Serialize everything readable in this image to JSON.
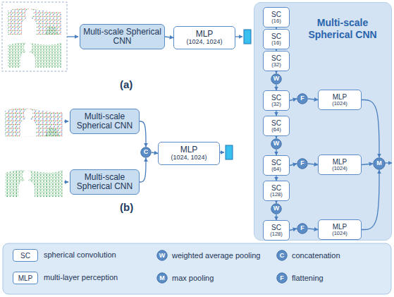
{
  "diagram": {
    "nodes": [
      {
        "text": [
          "Multi-scale Spherical CNN"
        ]
      },
      {
        "text": [
          "MLP",
          "(1024, 1024)"
        ]
      },
      {
        "text": [
          "Multi-scale Spherical CNN"
        ]
      },
      {
        "text": [
          "Multi-scale Spherical CNN"
        ]
      },
      {
        "text": [
          "C"
        ]
      },
      {
        "text": [
          "MLP",
          "(1024, 1024)"
        ]
      },
      {
        "text": [
          "Multi-scale Spherical CNN"
        ]
      },
      {
        "text": [
          "SC",
          "(16)"
        ],
        "in": 6
      },
      {
        "text": [
          "SC",
          "(16)"
        ],
        "in": 6
      },
      {
        "text": [
          "SC",
          "(32)"
        ],
        "in": 6
      },
      {
        "text": [
          "W"
        ],
        "in": 6
      },
      {
        "text": [
          "SC",
          "(32)"
        ],
        "in": 6
      },
      {
        "text": [
          "SC",
          "(64)"
        ],
        "in": 6
      },
      {
        "text": [
          "W"
        ],
        "in": 6
      },
      {
        "text": [
          "SC",
          "(64)"
        ],
        "in": 6
      },
      {
        "text": [
          "SC",
          "(128)"
        ],
        "in": 6
      },
      {
        "text": [
          "W"
        ],
        "in": 6
      },
      {
        "text": [
          "SC",
          "(128)"
        ],
        "in": 6
      },
      {
        "text": [
          "F"
        ],
        "in": 6
      },
      {
        "text": [
          "MLP",
          "(1024)"
        ],
        "in": 6
      },
      {
        "text": [
          "F"
        ],
        "in": 6
      },
      {
        "text": [
          "MLP",
          "(1024)"
        ],
        "in": 6
      },
      {
        "text": [
          "F"
        ],
        "in": 6
      },
      {
        "text": [
          "MLP",
          "(1024)"
        ],
        "in": 6
      },
      {
        "text": [
          "M"
        ],
        "in": 6
      }
    ],
    "edges": [
      {
        "from": 0,
        "to": 1,
        "arrow": "to"
      },
      {
        "from": 2,
        "to": 4,
        "arrow": "to"
      },
      {
        "from": 3,
        "to": 4,
        "arrow": "to"
      },
      {
        "from": 4,
        "to": 5,
        "arrow": "to"
      },
      {
        "from": 7,
        "to": 8,
        "arrow": "to"
      },
      {
        "from": 8,
        "to": 9,
        "arrow": "to"
      },
      {
        "from": 9,
        "to": 10,
        "arrow": "to"
      },
      {
        "from": 10,
        "to": 11,
        "arrow": "to"
      },
      {
        "from": 11,
        "to": 12,
        "arrow": "to"
      },
      {
        "from": 12,
        "to": 13,
        "arrow": "to"
      },
      {
        "from": 13,
        "to": 14,
        "arrow": "to"
      },
      {
        "from": 14,
        "to": 15,
        "arrow": "to"
      },
      {
        "from": 15,
        "to": 16,
        "arrow": "to"
      },
      {
        "from": 16,
        "to": 17,
        "arrow": "to"
      },
      {
        "from": 11,
        "to": 18,
        "arrow": "to"
      },
      {
        "from": 18,
        "to": 19,
        "arrow": "to"
      },
      {
        "from": 19,
        "to": 24,
        "arrow": "to"
      },
      {
        "from": 14,
        "to": 20,
        "arrow": "to"
      },
      {
        "from": 20,
        "to": 21,
        "arrow": "to"
      },
      {
        "from": 21,
        "to": 24,
        "arrow": "to"
      },
      {
        "from": 17,
        "to": 22,
        "arrow": "to"
      },
      {
        "from": 22,
        "to": 23,
        "arrow": "to"
      },
      {
        "from": 23,
        "to": 24,
        "arrow": "to"
      }
    ],
    "labels": [
      "(a)",
      "(b)",
      "SC",
      "W",
      "C",
      "MLP",
      "M",
      "F"
    ],
    "legend": [
      {
        "text": "spherical convolution"
      },
      {
        "text": "weighted average pooling"
      },
      {
        "text": "concatenation"
      },
      {
        "text": "multi-layer perception"
      },
      {
        "text": "max pooling"
      },
      {
        "text": "flattening"
      }
    ]
  }
}
